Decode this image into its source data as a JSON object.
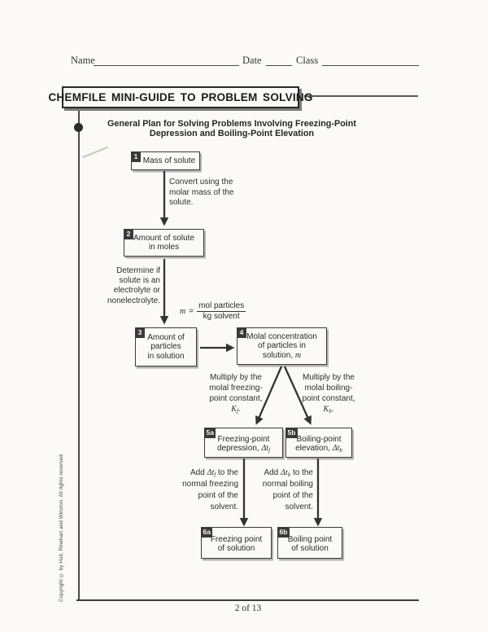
{
  "header": {
    "name_label": "Name",
    "date_label": "Date",
    "class_label": "Class"
  },
  "banner": {
    "title": "CHEMFILE MINI-GUIDE TO PROBLEM SOLVING"
  },
  "plan_title": {
    "line1": "General Plan for Solving Problems Involving Freezing-Point",
    "line2": "Depression and Boiling-Point Elevation"
  },
  "boxes": {
    "b1": {
      "num": "1",
      "line1": "Mass of solute"
    },
    "b2": {
      "num": "2",
      "line1": "Amount of solute",
      "line2": "in moles"
    },
    "b3": {
      "num": "3",
      "line1": "Amount of",
      "line2": "particles",
      "line3": "in solution"
    },
    "b4": {
      "num": "4",
      "line1": "Molal concentration",
      "line2": "of particles in",
      "line3_text": "solution,",
      "line3_var": "m"
    },
    "b5a": {
      "num": "5a",
      "line1": "Freezing-point",
      "line2_text": "depression,",
      "line2_var": "Δt",
      "line2_sub": "f"
    },
    "b5b": {
      "num": "5b",
      "line1": "Boiling-point",
      "line2_text": "elevation,",
      "line2_var": "Δt",
      "line2_sub": "b"
    },
    "b6a": {
      "num": "6a",
      "line1": "Freezing point",
      "line2": "of solution"
    },
    "b6b": {
      "num": "6b",
      "line1": "Boiling point",
      "line2": "of solution"
    }
  },
  "labels": {
    "convert": {
      "line1": "Convert using the",
      "line2": "molar mass of the",
      "line3": "solute."
    },
    "determine": {
      "line1": "Determine if",
      "line2": "solute is an",
      "line3": "electrolyte or",
      "line4": "nonelectrolyte."
    },
    "formula": {
      "var": "m",
      "equals": "=",
      "numerator": "mol particles",
      "denominator": "kg solvent"
    },
    "multiply_freezing": {
      "line1": "Multiply by the",
      "line2": "molal freezing-",
      "line3": "point constant,",
      "const_var": "K",
      "const_sub": "f",
      "after": "."
    },
    "multiply_boiling": {
      "line1": "Multiply by the",
      "line2": "molal boiling-",
      "line3": "point constant,",
      "const_var": "K",
      "const_sub": "b",
      "after": "."
    },
    "add_freezing": {
      "before": "Add ",
      "var": "Δt",
      "sub": "f",
      "after": " to the",
      "line2": "normal freezing",
      "line3": "point of the",
      "line4": "solvent."
    },
    "add_boiling": {
      "before": "Add ",
      "var": "Δt",
      "sub": "b",
      "after": " to the",
      "line2": "normal boiling",
      "line3": "point of the",
      "line4": "solvent."
    }
  },
  "footer": {
    "page_number": "2 of 13",
    "copyright": "Copyright © by Holt, Rinehart and Winston. All rights reserved."
  }
}
